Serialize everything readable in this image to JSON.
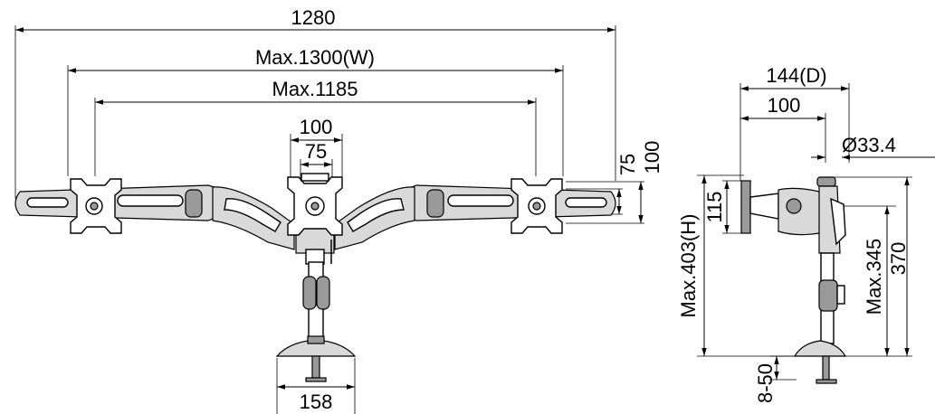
{
  "front_view": {
    "overall_width": "1280",
    "max_width_label": "Max.1300(W)",
    "max_inner_width": "Max.1185",
    "vesa_100": "100",
    "vesa_75": "75",
    "side_vesa_75": "75",
    "side_vesa_100": "100",
    "base_width": "158"
  },
  "side_view": {
    "depth_label": "144(D)",
    "arm_depth": "100",
    "pole_diameter": "Ø33.4",
    "plate_height": "115",
    "max_height_label": "Max.403(H)",
    "max_345": "Max.345",
    "height_370": "370",
    "clamp_range": "8-50"
  }
}
